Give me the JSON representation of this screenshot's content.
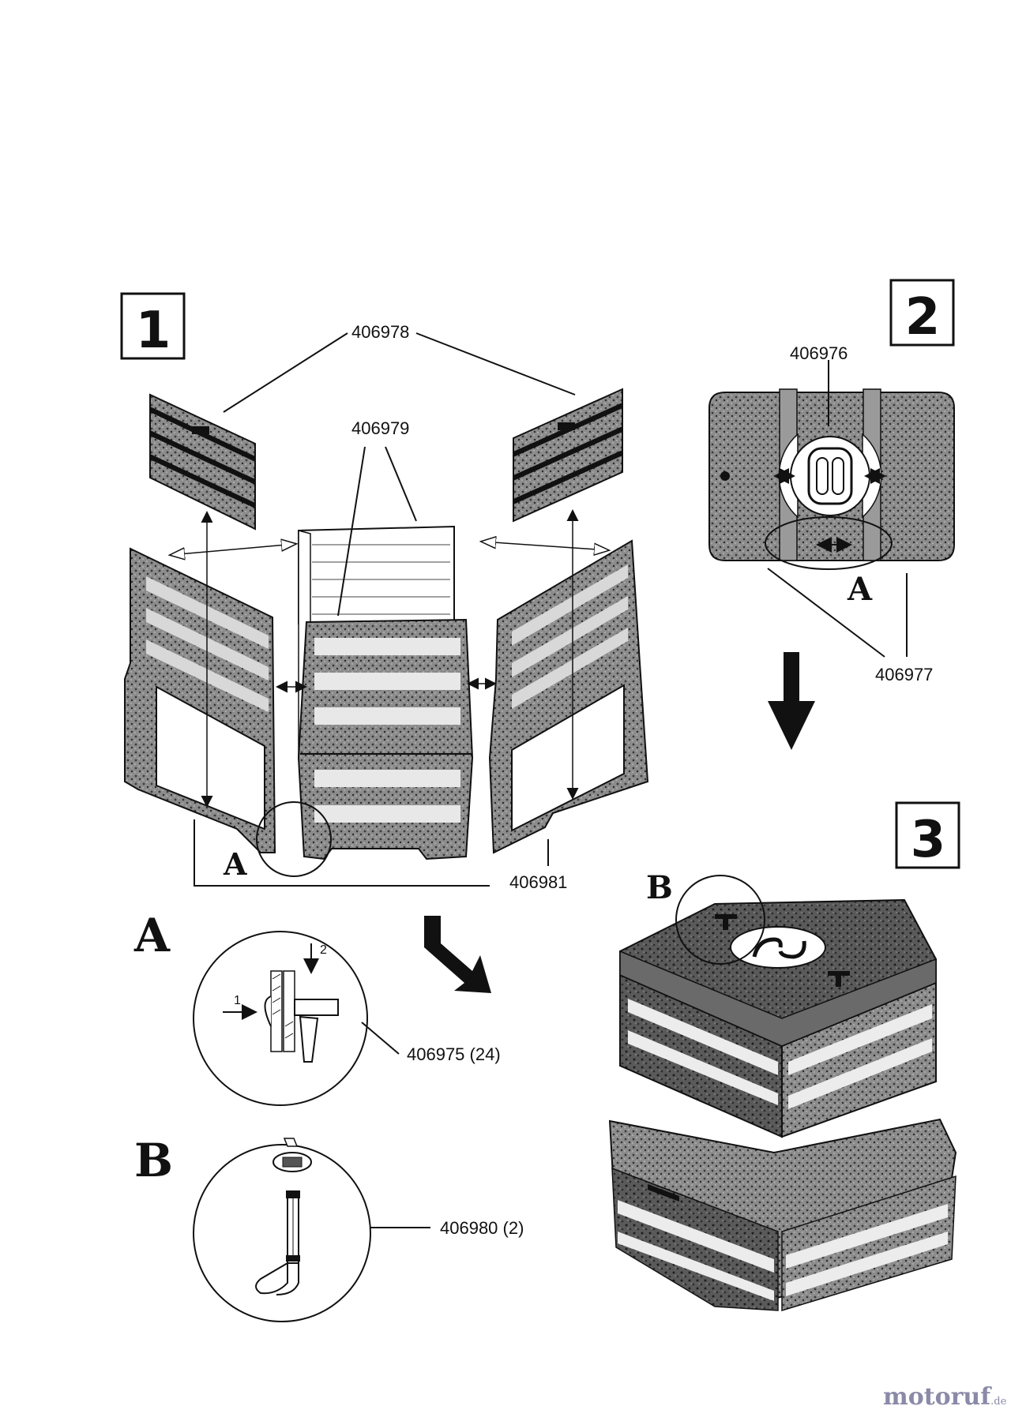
{
  "steps": [
    "1",
    "2",
    "3"
  ],
  "parts": {
    "side_panel_top": "406978",
    "front_back_panel": "406979",
    "base_panel": "406981",
    "lid": "406976",
    "lid_rail": "406977",
    "rivet": "406975 (24)",
    "lock_pin": "406980 (2)"
  },
  "details": {
    "a_label": "A",
    "b_label": "B",
    "a_step1": "1",
    "a_step2": "2"
  },
  "watermark": {
    "main": "motoruf",
    "suffix": ".de"
  }
}
